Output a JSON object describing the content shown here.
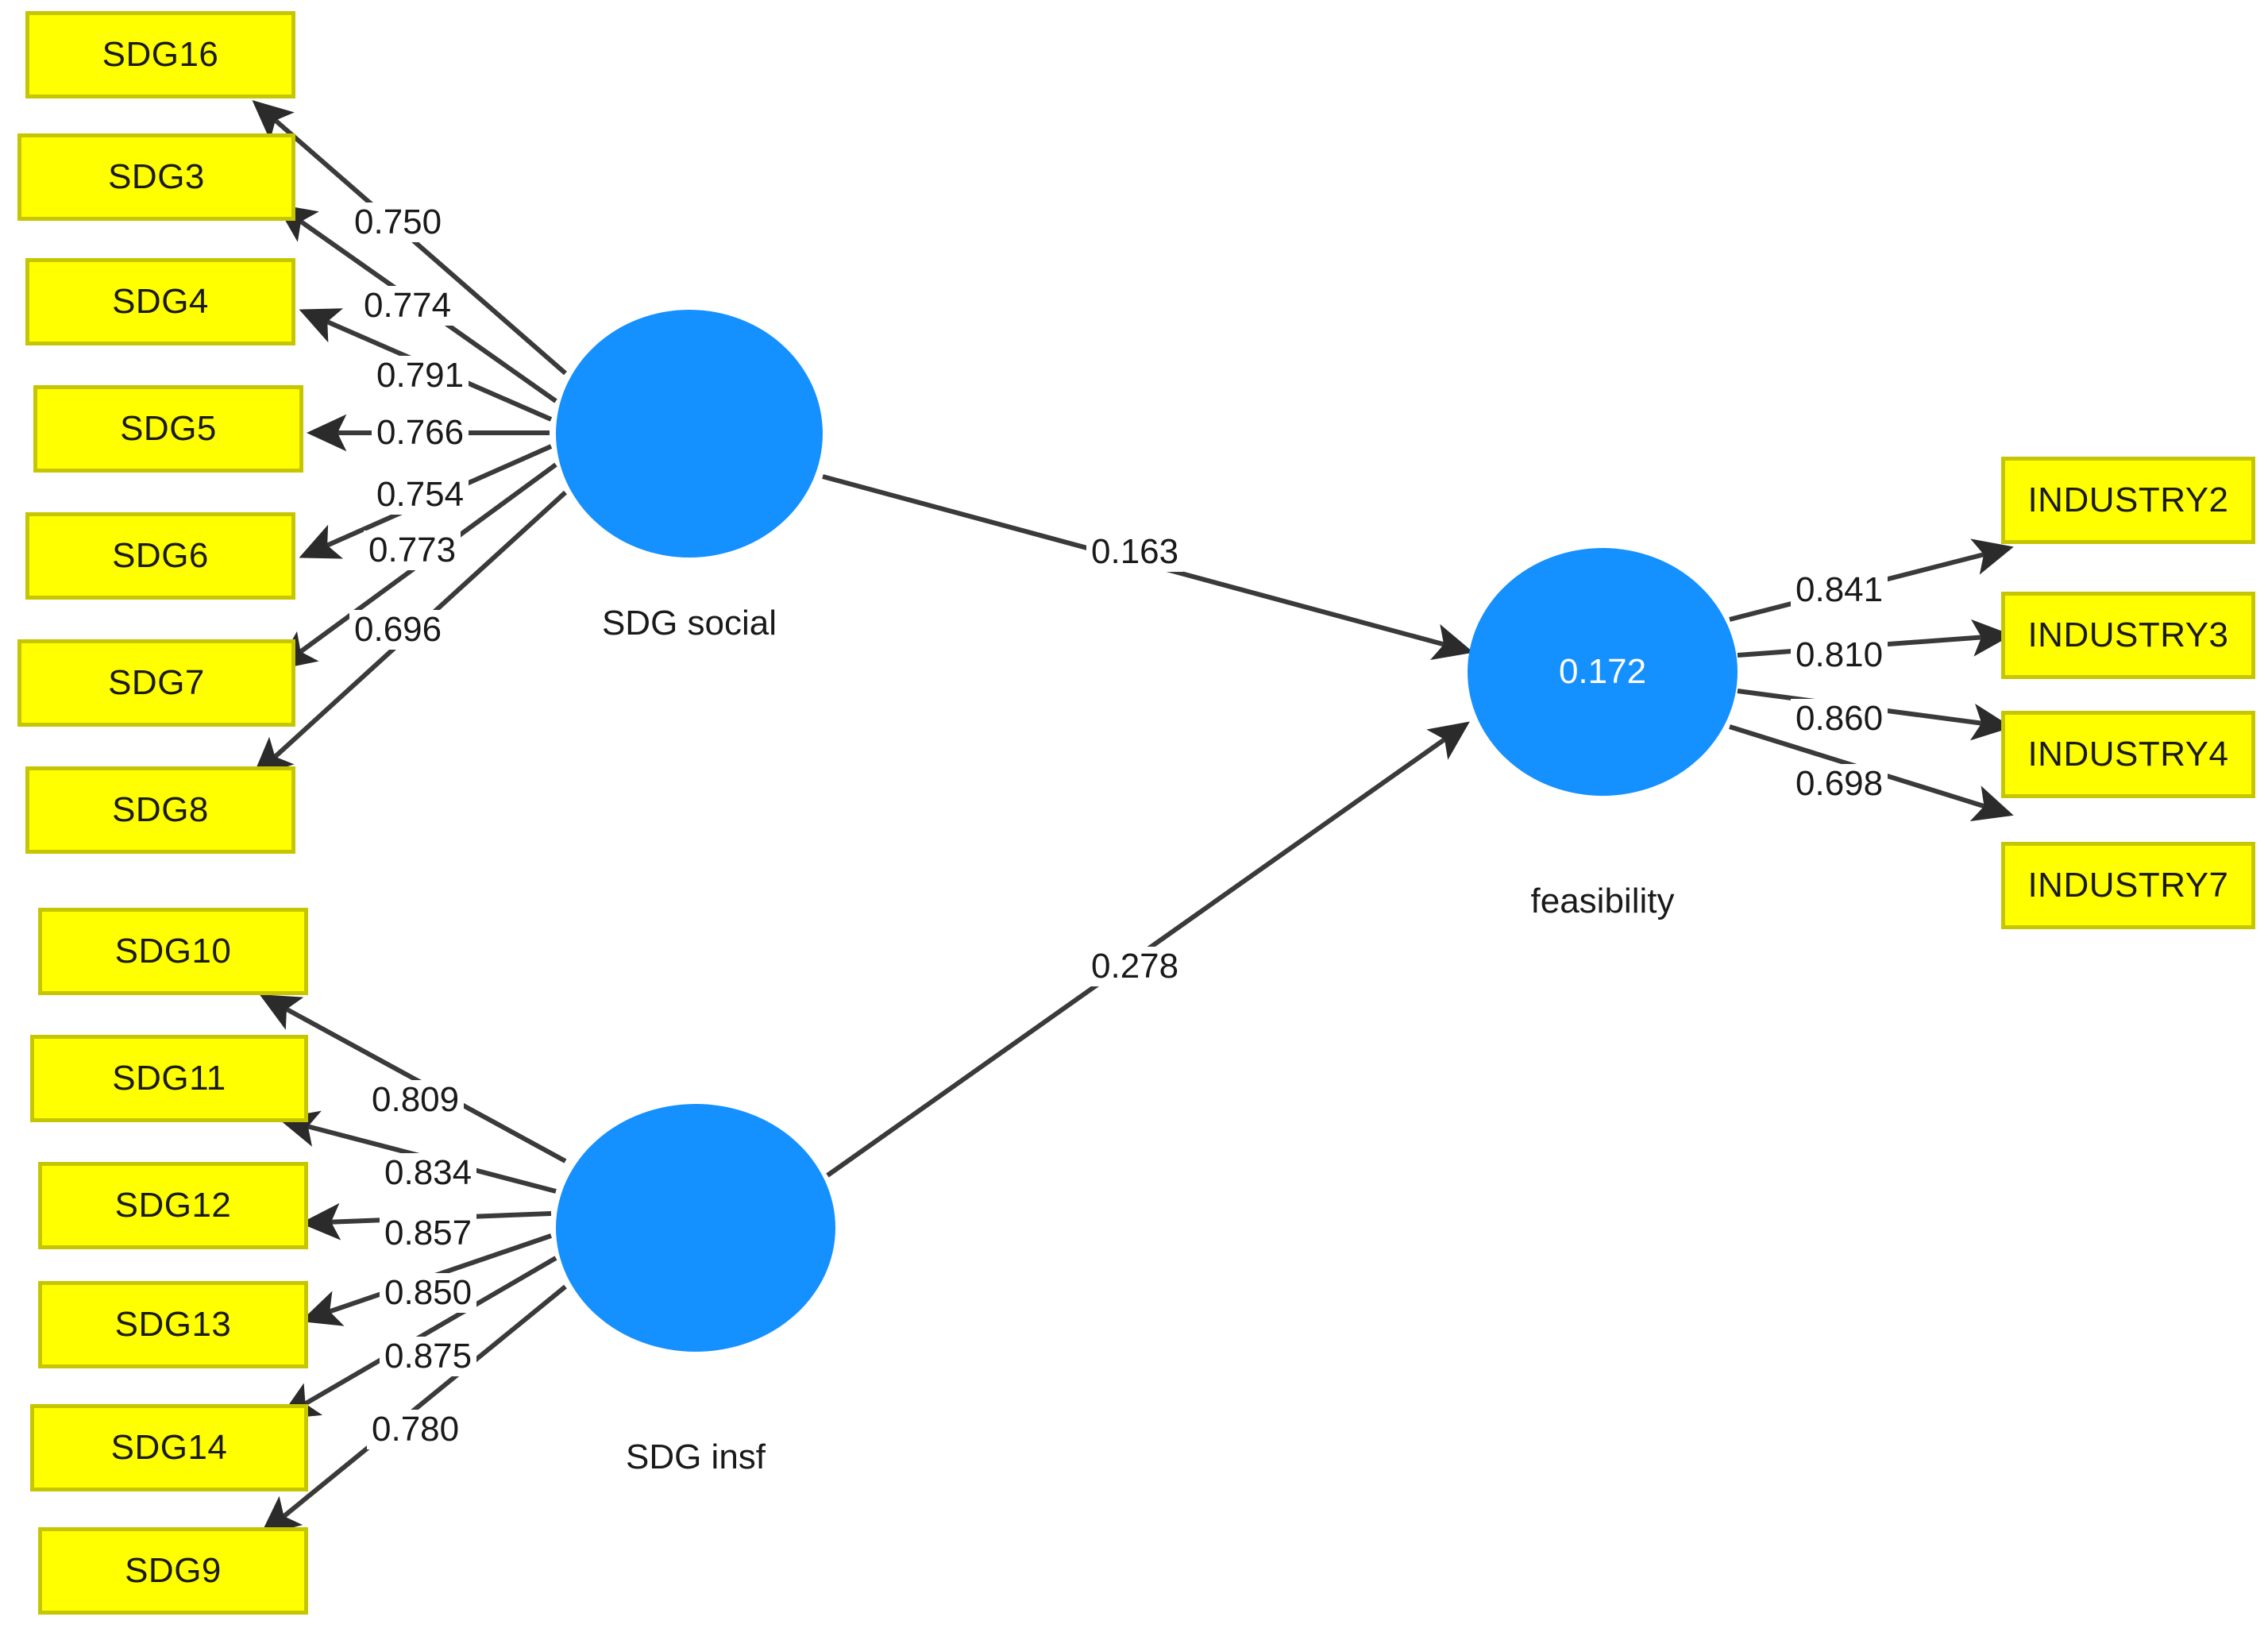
{
  "diagram": {
    "title": "SEM path diagram",
    "colors": {
      "indicator_fill": "#ffff00",
      "indicator_border": "#c6c600",
      "latent_fill": "#1490ff",
      "latent_text": "#ffffff",
      "arrow": "#333333",
      "background": "#ffffff"
    }
  },
  "chart_data": {
    "type": "diagram",
    "title": "Structural equation model: SDG social and SDG insf predicting feasibility",
    "latent_variables": [
      {
        "id": "sdg_social",
        "label": "SDG social",
        "inner_value": ""
      },
      {
        "id": "sdg_insf",
        "label": "SDG insf",
        "inner_value": ""
      },
      {
        "id": "feasibility",
        "label": "feasibility",
        "inner_value": "0.172"
      }
    ],
    "measurement_loadings": [
      {
        "latent": "SDG social",
        "indicator": "SDG16",
        "value": "0.750"
      },
      {
        "latent": "SDG social",
        "indicator": "SDG3",
        "value": "0.774"
      },
      {
        "latent": "SDG social",
        "indicator": "SDG4",
        "value": "0.791"
      },
      {
        "latent": "SDG social",
        "indicator": "SDG5",
        "value": "0.766"
      },
      {
        "latent": "SDG social",
        "indicator": "SDG6",
        "value": "0.754"
      },
      {
        "latent": "SDG social",
        "indicator": "SDG7",
        "value": "0.773"
      },
      {
        "latent": "SDG social",
        "indicator": "SDG8",
        "value": "0.696"
      },
      {
        "latent": "SDG insf",
        "indicator": "SDG10",
        "value": "0.809"
      },
      {
        "latent": "SDG insf",
        "indicator": "SDG11",
        "value": "0.834"
      },
      {
        "latent": "SDG insf",
        "indicator": "SDG12",
        "value": "0.857"
      },
      {
        "latent": "SDG insf",
        "indicator": "SDG13",
        "value": "0.850"
      },
      {
        "latent": "SDG insf",
        "indicator": "SDG14",
        "value": "0.875"
      },
      {
        "latent": "SDG insf",
        "indicator": "SDG9",
        "value": "0.780"
      },
      {
        "latent": "feasibility",
        "indicator": "INDUSTRY2",
        "value": "0.841"
      },
      {
        "latent": "feasibility",
        "indicator": "INDUSTRY3",
        "value": "0.810"
      },
      {
        "latent": "feasibility",
        "indicator": "INDUSTRY4",
        "value": "0.860"
      },
      {
        "latent": "feasibility",
        "indicator": "INDUSTRY7",
        "value": "0.698"
      }
    ],
    "structural_paths": [
      {
        "from": "SDG social",
        "to": "feasibility",
        "value": "0.163"
      },
      {
        "from": "SDG insf",
        "to": "feasibility",
        "value": "0.278"
      }
    ],
    "r_squared": [
      {
        "latent": "feasibility",
        "value": "0.172"
      }
    ]
  },
  "social_indicators": [
    {
      "label": "SDG16",
      "coef": "0.750"
    },
    {
      "label": "SDG3",
      "coef": "0.774"
    },
    {
      "label": "SDG4",
      "coef": "0.791"
    },
    {
      "label": "SDG5",
      "coef": "0.766"
    },
    {
      "label": "SDG6",
      "coef": "0.754"
    },
    {
      "label": "SDG7",
      "coef": "0.773"
    },
    {
      "label": "SDG8",
      "coef": "0.696"
    }
  ],
  "insf_indicators": [
    {
      "label": "SDG10",
      "coef": "0.809"
    },
    {
      "label": "SDG11",
      "coef": "0.834"
    },
    {
      "label": "SDG12",
      "coef": "0.857"
    },
    {
      "label": "SDG13",
      "coef": "0.850"
    },
    {
      "label": "SDG14",
      "coef": "0.875"
    },
    {
      "label": "SDG9",
      "coef": "0.780"
    }
  ],
  "industry_indicators": [
    {
      "label": "INDUSTRY2",
      "coef": "0.841"
    },
    {
      "label": "INDUSTRY3",
      "coef": "0.810"
    },
    {
      "label": "INDUSTRY4",
      "coef": "0.860"
    },
    {
      "label": "INDUSTRY7",
      "coef": "0.698"
    }
  ],
  "latents": {
    "social": {
      "label": "SDG social"
    },
    "insf": {
      "label": "SDG insf"
    },
    "feasibility": {
      "label": "feasibility",
      "r2": "0.172"
    }
  },
  "paths": {
    "social_to_feasibility": "0.163",
    "insf_to_feasibility": "0.278"
  }
}
